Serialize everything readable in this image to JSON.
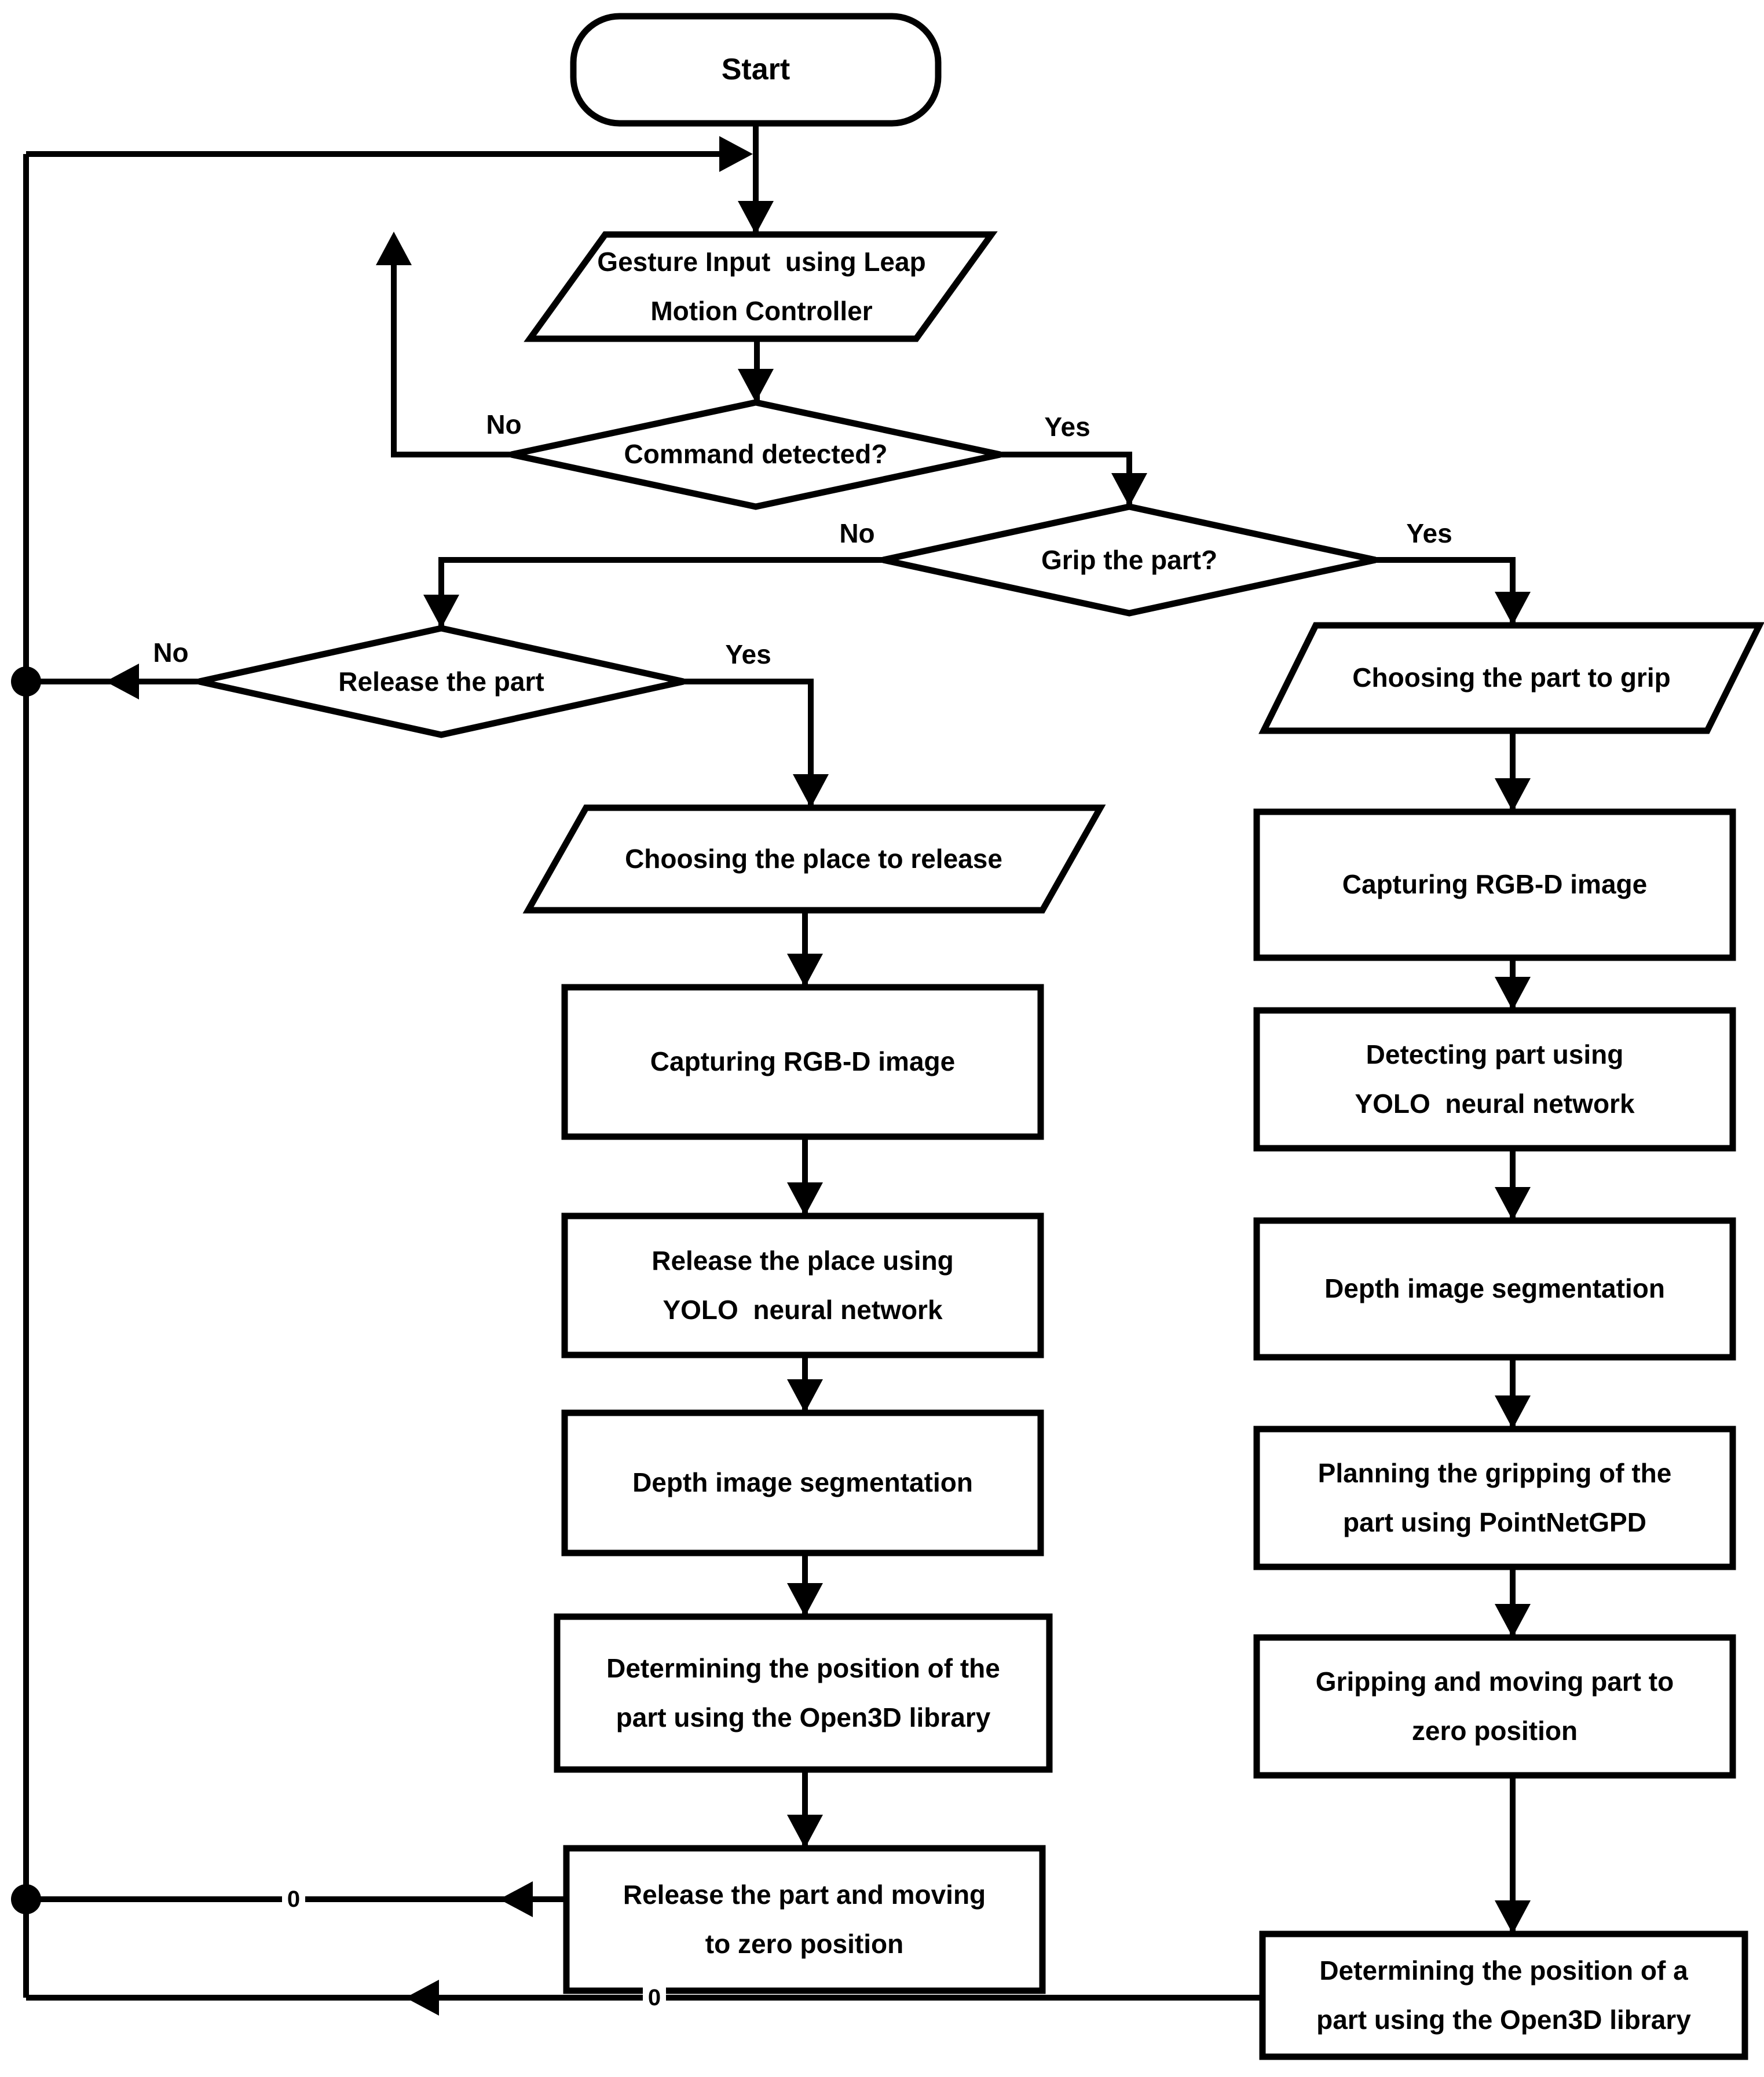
{
  "diagram": {
    "type": "flowchart",
    "colors": {
      "line": "#000000",
      "fill": "#ffffff",
      "text": "#000000",
      "background": "#ffffff"
    },
    "nodes": {
      "start": {
        "type": "terminator",
        "label": "Start"
      },
      "gesture_input": {
        "type": "io",
        "label": "Gesture Input  using Leap\nMotion Controller"
      },
      "command_detected": {
        "type": "decision",
        "label": "Command detected?"
      },
      "grip_the_part": {
        "type": "decision",
        "label": "Grip the part?"
      },
      "release_the_part": {
        "type": "decision",
        "label": "Release the part"
      },
      "choose_release_place": {
        "type": "io",
        "label": "Choosing the place to release"
      },
      "left_capture_rgbd": {
        "type": "process",
        "label": "Capturing RGB-D image"
      },
      "left_release_yolo": {
        "type": "process",
        "label": "Release the place using\nYOLO  neural network"
      },
      "left_depth_seg": {
        "type": "process",
        "label": "Depth image segmentation"
      },
      "left_open3d": {
        "type": "process",
        "label": "Determining the position of the\npart using the Open3D library"
      },
      "left_release_move": {
        "type": "process",
        "label": "Release the part and moving\nto zero position"
      },
      "choose_grip_part": {
        "type": "io",
        "label": "Choosing the part to grip"
      },
      "right_capture_rgbd": {
        "type": "process",
        "label": "Capturing RGB-D image"
      },
      "right_detect_yolo": {
        "type": "process",
        "label": "Detecting part using\nYOLO  neural network"
      },
      "right_depth_seg": {
        "type": "process",
        "label": "Depth image segmentation"
      },
      "right_plan_gpd": {
        "type": "process",
        "label": "Planning the gripping of the\npart using PointNetGPD"
      },
      "right_grip_move": {
        "type": "process",
        "label": "Gripping and moving part to\nzero position"
      },
      "right_open3d": {
        "type": "process",
        "label": "Determining the position of a\npart using the Open3D library"
      }
    },
    "branch_labels": {
      "command_no": "No",
      "command_yes": "Yes",
      "grip_no": "No",
      "grip_yes": "Yes",
      "release_no": "No",
      "release_yes": "Yes"
    },
    "connector_marks": {
      "release_move_line": "0",
      "open3d_return_line": "0"
    }
  }
}
